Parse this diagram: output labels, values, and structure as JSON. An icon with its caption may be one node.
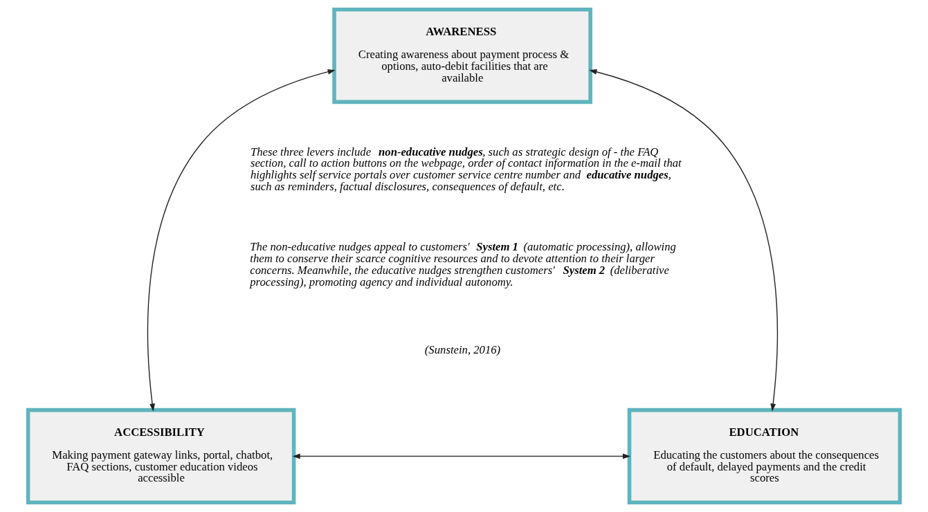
{
  "diagram": {
    "nodes": [
      {
        "text": [
          "AWARENESS",
          "Creating awareness about payment process & options, auto-debit facilities that are available"
        ]
      },
      {
        "text": [
          "ACCESSIBILITY",
          "Making payment gateway links, portal, chatbot, FAQ sections, customer education videos accessible"
        ]
      },
      {
        "text": [
          "EDUCATION",
          "Educating the customers about the consequences of default, delayed payments and the credit scores"
        ]
      }
    ],
    "edges": [
      {
        "from": 0,
        "to": 1,
        "arrow": "both"
      },
      {
        "from": 0,
        "to": 2,
        "arrow": "both"
      },
      {
        "from": 1,
        "to": 2,
        "arrow": "both"
      }
    ],
    "labels": [
      "These three levers include **non-educative nudges**, such as strategic design of - the FAQ section, call to action buttons on the webpage, order of contact information in the e-mail that highlights self service portals over customer service centre number and **educative nudges**,  such as reminders, factual disclosures, consequences of default, etc.",
      "The non-educative nudges appeal to customers' **System 1** (automatic processing), allowing them to conserve their scarce cognitive resources and to devote attention to their larger concerns. Meanwhile, the educative nudges strengthen customers' **System 2** (deliberative processing), promoting agency and individual autonomy.",
      "(Sunstein, 2016)"
    ]
  }
}
